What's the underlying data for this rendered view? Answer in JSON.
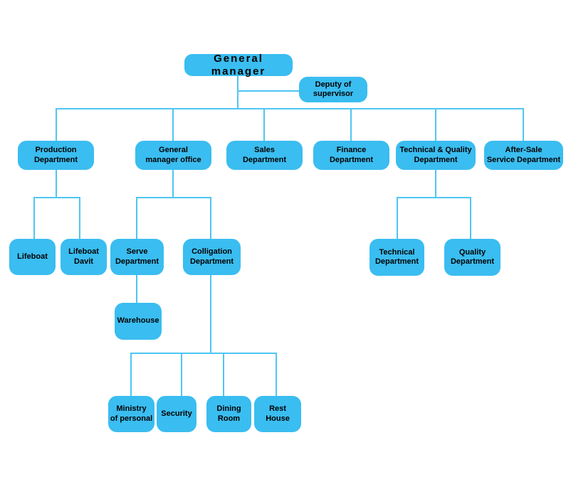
{
  "diagram": {
    "type": "org-chart",
    "title": "Company organizational chart",
    "colors": {
      "node_fill": "#3ABDF0",
      "connector": "#4FC6F3",
      "text": "#000000",
      "background": "#FFFFFF"
    },
    "nodes": {
      "general_manager": {
        "label": "General manager"
      },
      "deputy_of_supervisor": {
        "label": "Deputy of\nsupervisor"
      },
      "production_department": {
        "label": "Production\nDepartment"
      },
      "general_manager_office": {
        "label": "General\nmanager office"
      },
      "sales_department": {
        "label": "Sales\nDepartment"
      },
      "finance_department": {
        "label": "Finance\nDepartment"
      },
      "technical_quality_department": {
        "label": "Technical & Quality\nDepartment"
      },
      "after_sale_service_department": {
        "label": "After-Sale\nService Department"
      },
      "lifeboat": {
        "label": "Lifeboat"
      },
      "lifeboat_davit": {
        "label": "Lifeboat\nDavit"
      },
      "serve_department": {
        "label": "Serve\nDepartment"
      },
      "colligation_department": {
        "label": "Colligation\nDepartment"
      },
      "warehouse": {
        "label": "Warehouse"
      },
      "technical_department": {
        "label": "Technical\nDepartment"
      },
      "quality_department": {
        "label": "Quality\nDepartment"
      },
      "ministry_of_personal": {
        "label": "Ministry\nof personal"
      },
      "security": {
        "label": "Security"
      },
      "dining_room": {
        "label": "Dining\nRoom"
      },
      "rest_house": {
        "label": "Rest\nHouse"
      }
    },
    "edges": [
      [
        "general_manager",
        "deputy_of_supervisor"
      ],
      [
        "general_manager",
        "production_department"
      ],
      [
        "general_manager",
        "general_manager_office"
      ],
      [
        "general_manager",
        "sales_department"
      ],
      [
        "general_manager",
        "finance_department"
      ],
      [
        "general_manager",
        "technical_quality_department"
      ],
      [
        "general_manager",
        "after_sale_service_department"
      ],
      [
        "production_department",
        "lifeboat"
      ],
      [
        "production_department",
        "lifeboat_davit"
      ],
      [
        "general_manager_office",
        "serve_department"
      ],
      [
        "general_manager_office",
        "colligation_department"
      ],
      [
        "serve_department",
        "warehouse"
      ],
      [
        "colligation_department",
        "ministry_of_personal"
      ],
      [
        "colligation_department",
        "security"
      ],
      [
        "colligation_department",
        "dining_room"
      ],
      [
        "colligation_department",
        "rest_house"
      ],
      [
        "technical_quality_department",
        "technical_department"
      ],
      [
        "technical_quality_department",
        "quality_department"
      ]
    ]
  }
}
